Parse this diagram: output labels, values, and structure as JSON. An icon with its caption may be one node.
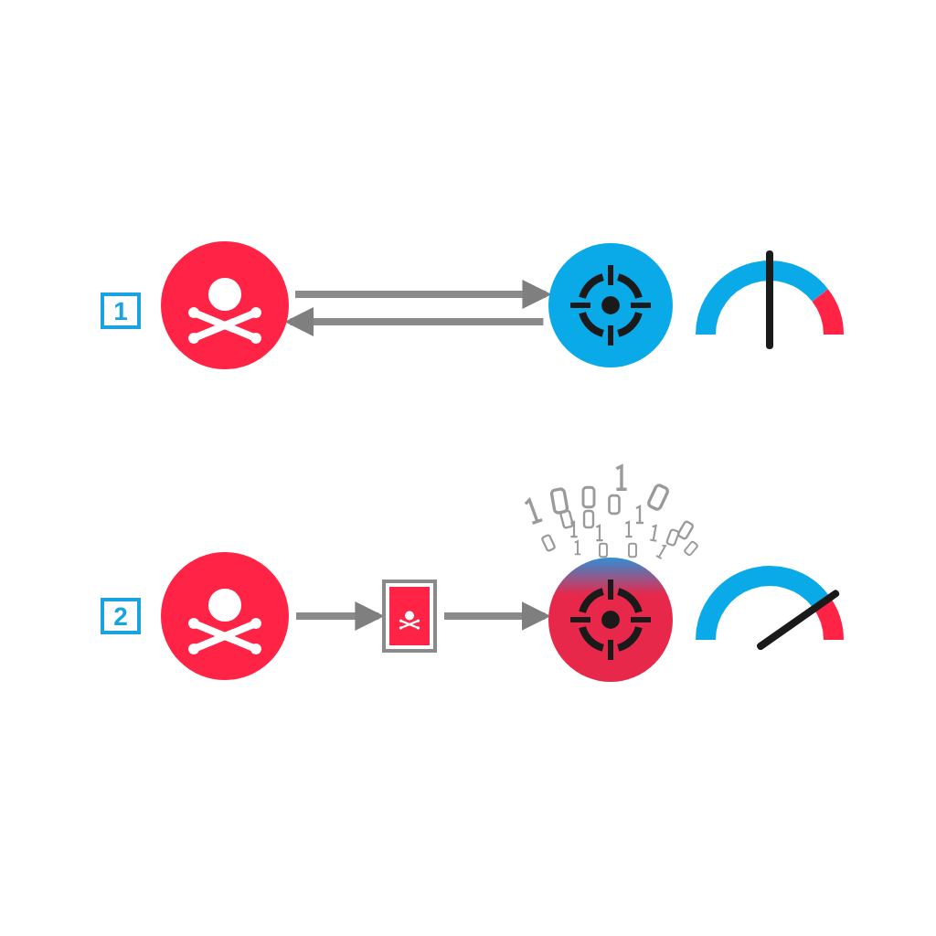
{
  "diagram": {
    "nodes": [
      {
        "text": [
          "1"
        ]
      },
      {
        "text": [],
        "shape": "circle"
      },
      {
        "text": [],
        "shape": "circle"
      },
      {
        "text": [
          "2"
        ]
      },
      {
        "text": [],
        "shape": "circle"
      },
      {
        "text": [],
        "shape": "box"
      },
      {
        "text": [],
        "shape": "circle"
      }
    ],
    "edges": [
      {
        "from": 1,
        "to": 2,
        "arrow": "to"
      },
      {
        "from": 2,
        "to": 1,
        "arrow": "to"
      },
      {
        "from": 4,
        "to": 5,
        "arrow": "to"
      },
      {
        "from": 5,
        "to": 6,
        "arrow": "to"
      }
    ]
  }
}
